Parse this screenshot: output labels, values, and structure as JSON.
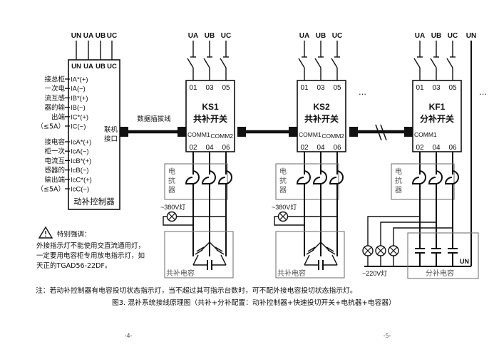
{
  "controller": {
    "top_terminals": [
      "UN",
      "UA",
      "UB",
      "UC"
    ],
    "inner_terminals": [
      "UN",
      "UA",
      "UB",
      "UC"
    ],
    "ct_group1": {
      "label_lines": [
        "接总柜",
        "一次电",
        "流互感",
        "器的输",
        "出端",
        "（≤5A）"
      ],
      "pins": [
        "IA*(+)",
        "IA(−)",
        "IB*(+)",
        "IB(−)",
        "IC*(+)",
        "IC(−)"
      ]
    },
    "ct_group2": {
      "label_lines": [
        "接电容",
        "柜一次",
        "电流互",
        "感器的",
        "输出端",
        "（≤5A）"
      ],
      "pins": [
        "IcA*(+)",
        "IcA(−)",
        "IcB*(+)",
        "IcB(−)",
        "IcC*(+)",
        "IcC(−)"
      ]
    },
    "link_port_lines": [
      "联机",
      "接口"
    ],
    "title": "动补控制器"
  },
  "data_cable_label": "数据插拔线",
  "switches": [
    {
      "id": "KS1",
      "type_label": "共补开关",
      "phases": [
        "UA",
        "UB",
        "UC"
      ],
      "top_pins": [
        "01",
        "03",
        "05"
      ],
      "bottom_pins": [
        "02",
        "04",
        "06"
      ],
      "comm_ports": [
        "COMM1",
        "COMM2"
      ],
      "reactor_lines": [
        "电",
        "抗",
        "器"
      ],
      "lamp_label": "~380V灯",
      "capacitor_label": "共补电容"
    },
    {
      "id": "KS2",
      "type_label": "共补开关",
      "phases": [
        "UA",
        "UB",
        "UC"
      ],
      "top_pins": [
        "01",
        "03",
        "05"
      ],
      "bottom_pins": [
        "02",
        "04",
        "06"
      ],
      "comm_ports": [
        "COMM1",
        "COMM2"
      ],
      "reactor_lines": [
        "电",
        "抗",
        "器"
      ],
      "lamp_label": "~380V灯",
      "capacitor_label": "共补电容"
    },
    {
      "id": "KF1",
      "type_label": "分补开关",
      "phases": [
        "UA",
        "UB",
        "UC"
      ],
      "neutral": "UN",
      "top_pins": [
        "01",
        "03",
        "05"
      ],
      "bottom_pins": [
        "02",
        "04",
        "06"
      ],
      "comm_ports": [
        "COMM1"
      ],
      "reactor_lines": [
        "电",
        "抗",
        "器"
      ],
      "lamp_label": "~220V灯",
      "neutral_label": "UN",
      "capacitor_label": "分补电容"
    }
  ],
  "ellipsis": "…",
  "warning": {
    "icon": "warning-triangle-icon",
    "title": "特别强调：",
    "lines": [
      "外接指示灯不能使用交直流通用灯，",
      "一定要用电容柜专用放电指示灯，如",
      "天正的TGAD56-22DF。"
    ]
  },
  "note": "注：若动补控制器有电容投切状态指示灯，当不超过其可指示台数时，可不配外接电容投切状态指示灯。",
  "caption": "图3. 混补系统接线原理图（共补+分补配置：动补控制器+快速投切开关+电抗器+电容器）",
  "page_numbers": [
    "-4-",
    "-5-"
  ]
}
